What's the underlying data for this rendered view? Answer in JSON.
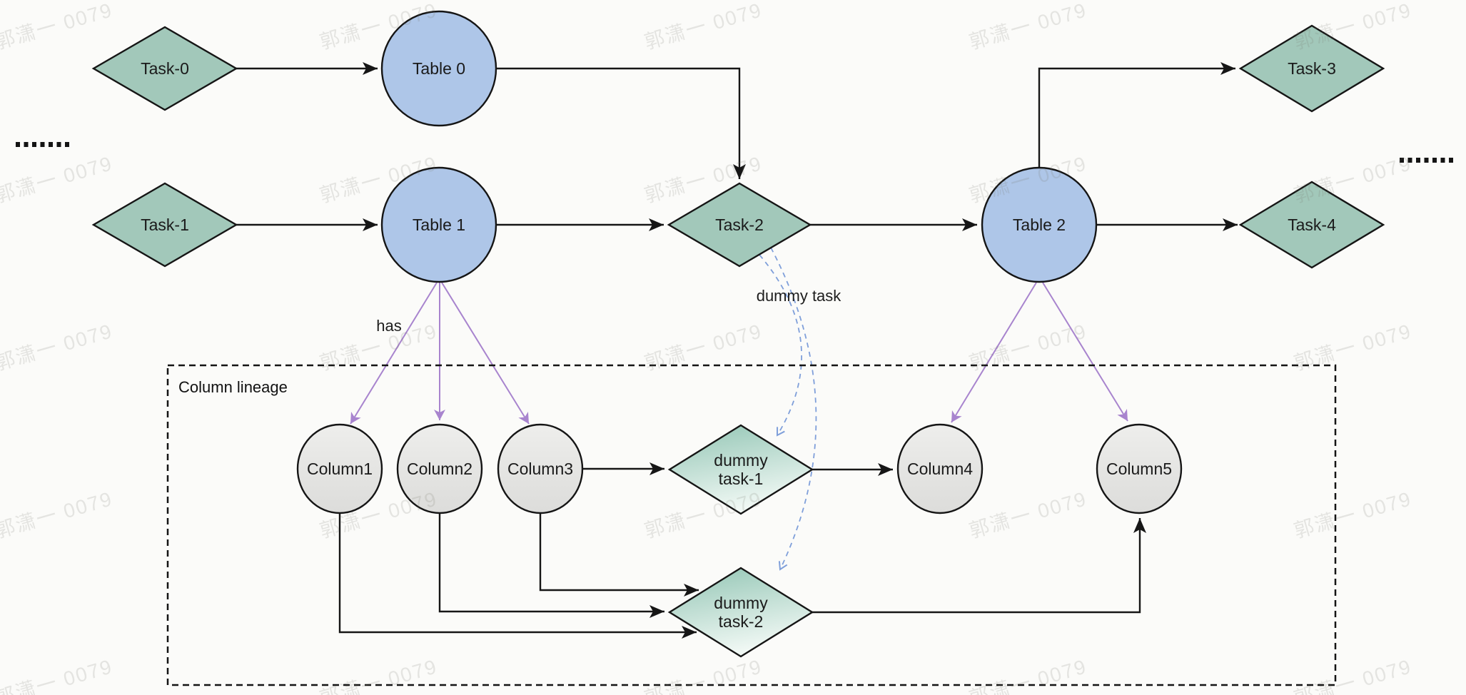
{
  "watermark": {
    "text": "郭潇一 0079"
  },
  "decorations": {
    "ellipsis_left": ".......",
    "ellipsis_right": "......."
  },
  "region": {
    "column_lineage": "Column lineage"
  },
  "edge_labels": {
    "has": "has",
    "dummy_task": "dummy task"
  },
  "nodes": {
    "task0": {
      "label": "Task-0",
      "type": "task"
    },
    "task1": {
      "label": "Task-1",
      "type": "task"
    },
    "task2": {
      "label": "Task-2",
      "type": "task"
    },
    "task3": {
      "label": "Task-3",
      "type": "task"
    },
    "task4": {
      "label": "Task-4",
      "type": "task"
    },
    "table0": {
      "label": "Table 0",
      "type": "table"
    },
    "table1": {
      "label": "Table 1",
      "type": "table"
    },
    "table2": {
      "label": "Table 2",
      "type": "table"
    },
    "column1": {
      "label": "Column1",
      "type": "column"
    },
    "column2": {
      "label": "Column2",
      "type": "column"
    },
    "column3": {
      "label": "Column3",
      "type": "column"
    },
    "column4": {
      "label": "Column4",
      "type": "column"
    },
    "column5": {
      "label": "Column5",
      "type": "column"
    },
    "dummy1": {
      "line1": "dummy",
      "line2": "task-1",
      "type": "dummy-task"
    },
    "dummy2": {
      "line1": "dummy",
      "line2": "task-2",
      "type": "dummy-task"
    }
  },
  "colors": {
    "background": "#fbfbf9",
    "task_fill": "#a2c8ba",
    "table_fill": "#aec6e8",
    "column_fill_top": "#eeeeec",
    "column_fill_bottom": "#dcdcda",
    "dummy_fill_top": "#92c5b4",
    "dummy_fill_bottom": "#f0f8f4",
    "edge_black": "#161616",
    "edge_purple": "#a884ce",
    "edge_blue_dashed": "#7f9fda",
    "text": "#1a1a1a"
  }
}
